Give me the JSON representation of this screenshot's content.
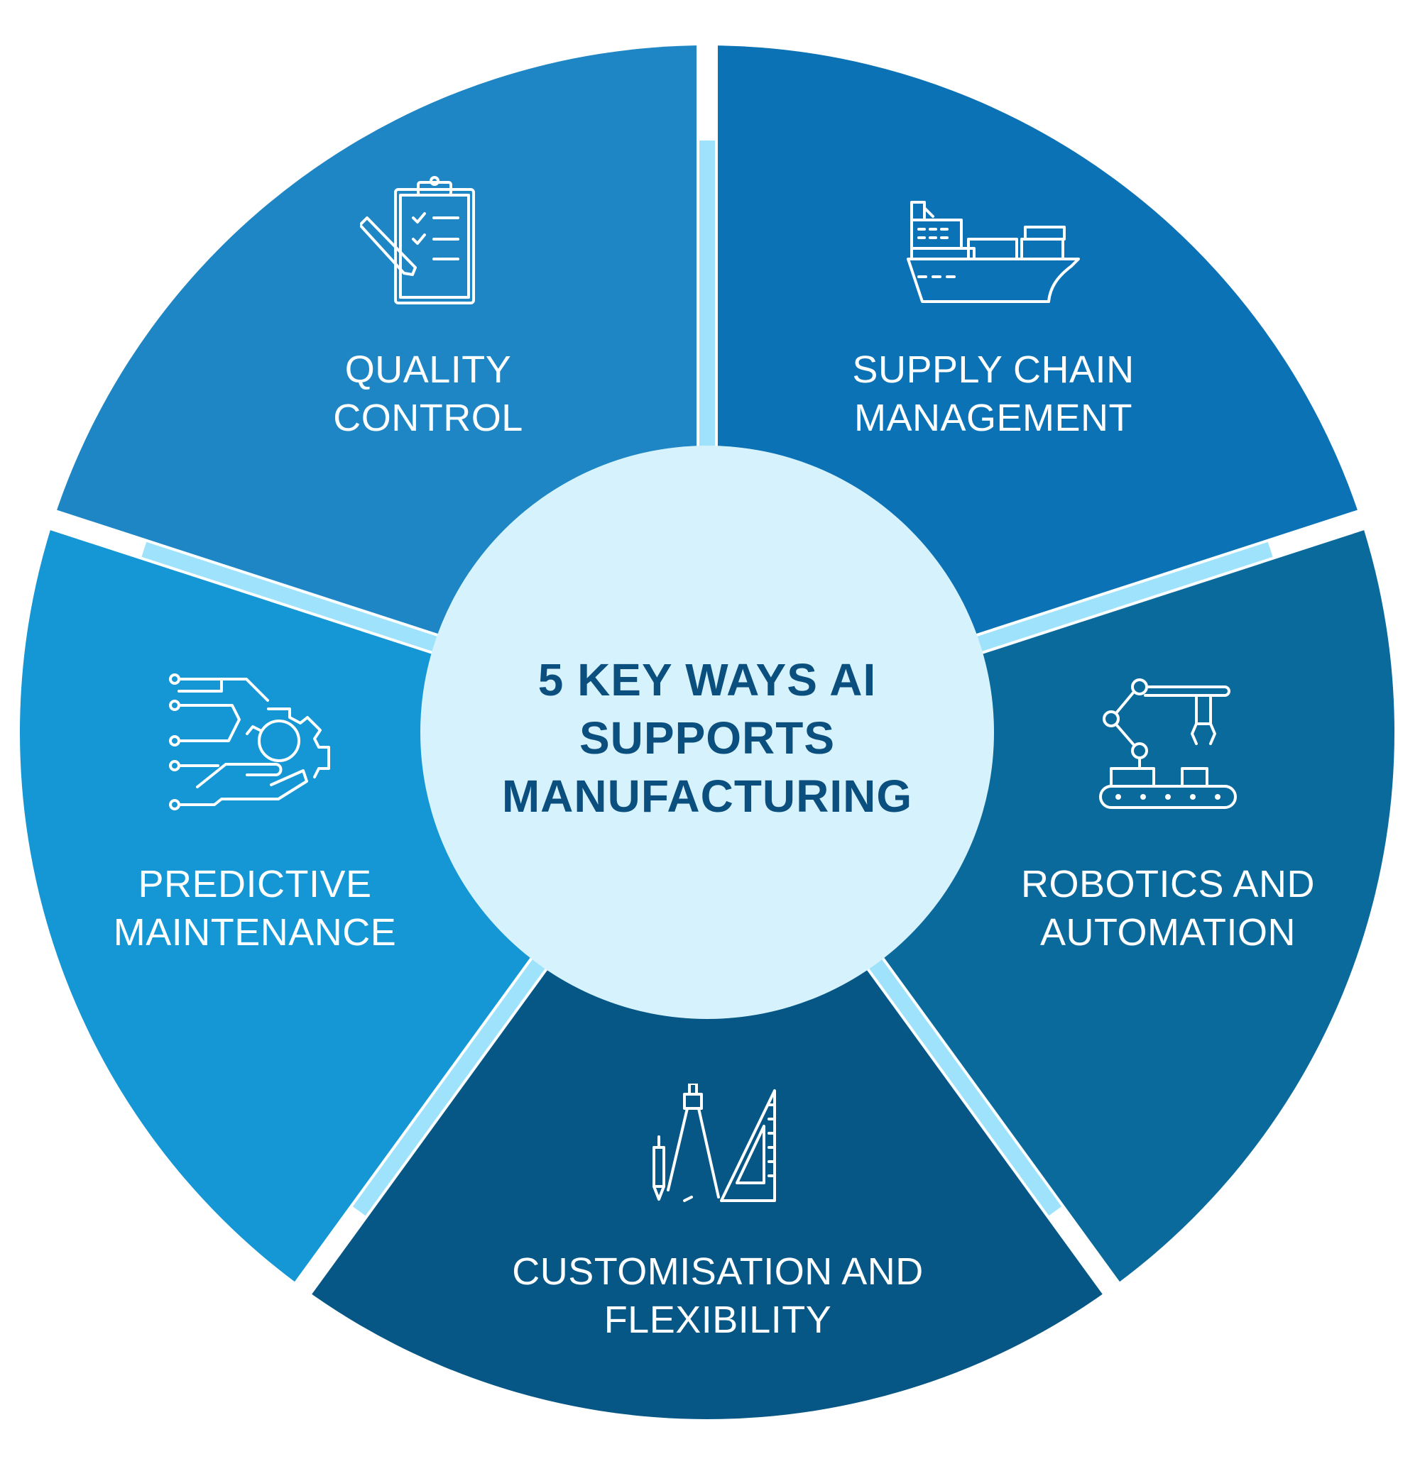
{
  "title": {
    "line1": "5 KEY WAYS AI",
    "line2": "SUPPORTS",
    "line3": "MANUFACTURING"
  },
  "segments": [
    {
      "line1": "QUALITY",
      "line2": "CONTROL",
      "icon": "clipboard-checklist-icon",
      "color": "#1e86c4"
    },
    {
      "line1": "SUPPLY CHAIN",
      "line2": "MANAGEMENT",
      "icon": "cargo-ship-icon",
      "color": "#0b72b6"
    },
    {
      "line1": "ROBOTICS AND",
      "line2": "AUTOMATION",
      "icon": "robot-arm-conveyor-icon",
      "color": "#0b6a9c"
    },
    {
      "line1": "CUSTOMISATION AND",
      "line2": "FLEXIBILITY",
      "icon": "compass-set-square-icon",
      "color": "#065786"
    },
    {
      "line1": "PREDICTIVE",
      "line2": "MAINTENANCE",
      "icon": "hand-gear-circuit-icon",
      "color": "#1497d4"
    }
  ],
  "colors": {
    "center": "#d6f2fc",
    "divider_band": "#9ee3fb",
    "title": "#0b4f7e"
  }
}
